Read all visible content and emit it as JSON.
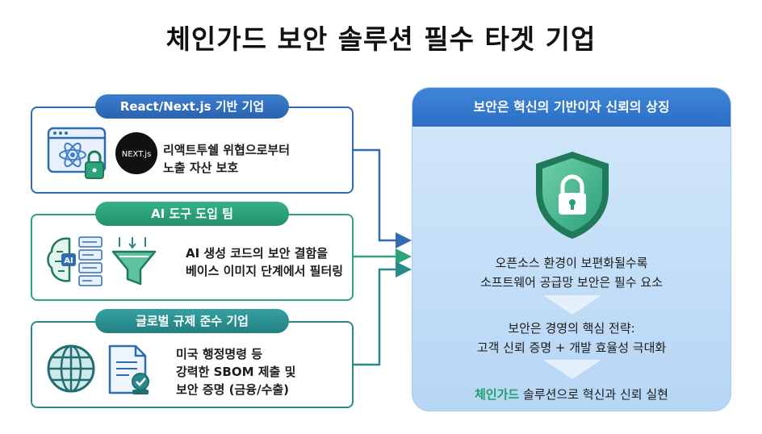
{
  "title": "체인가드 보안 솔루션 필수 타겟 기업",
  "cards": [
    {
      "pill": "React/Next.js 기반 기업",
      "line1": "리액트투쉘 위협으로부터",
      "line2": "노출 자산 보호",
      "icon_main": "react-browser-lock-icon",
      "icon_extra": "nextjs-logo-icon",
      "logo_text": "NEXT.js"
    },
    {
      "pill": "AI 도구 도입 팀",
      "line1": "AI 생성 코드의 보안 결함을",
      "line2": "베이스 이미지 단계에서 필터링",
      "icon_main": "ai-brain-code-icon",
      "icon_extra": "filter-funnel-icon",
      "chip_text": "AI"
    },
    {
      "pill": "글로벌 규제 준수 기업",
      "line1": "미국 행정명령 등",
      "line2": "강력한 SBOM 제출 및",
      "line3": "보안 증명 (금융/수출)",
      "icon_main": "globe-icon",
      "icon_extra": "certificate-document-icon"
    }
  ],
  "panel": {
    "header": "보안은 혁신의 기반이자 신뢰의 상징",
    "icon": "shield-lock-icon",
    "p1_line1": "오픈소스 환경이 보편화될수록",
    "p1_line2": "소프트웨어 공급망 보안은 필수 요소",
    "p2_line1": "보안은 경영의 핵심 전략:",
    "p2_line2": "고객 신뢰 증명 + 개발 효율성 극대화",
    "p3_brand": "체인가드",
    "p3_rest": " 솔루션으로 혁신과 신뢰 실현"
  },
  "colors": {
    "blue": "#2f6db3",
    "green": "#2ea27c",
    "teal": "#2a8a8a",
    "brand": "#1f9e6e"
  }
}
